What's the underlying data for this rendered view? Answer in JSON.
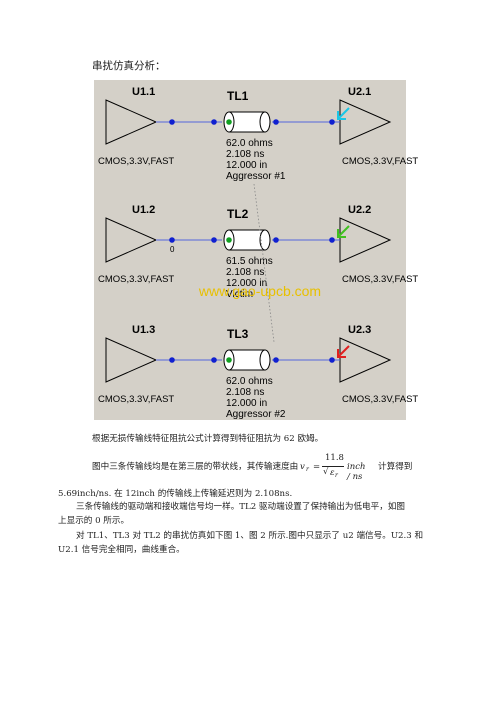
{
  "heading": "串扰仿真分析：",
  "schematic": {
    "background": "#d4d0c8",
    "rows": [
      {
        "driver": "U1.1",
        "receiver": "U2.1",
        "line": "TL1",
        "driver_model": "CMOS,3.3V,FAST",
        "receiver_model": "CMOS,3.3V,FAST",
        "props": [
          "62.0 ohms",
          "2.108 ns",
          "12.000 in",
          "Aggressor #1"
        ],
        "probe_color": "#19c6e6",
        "driver_note": ""
      },
      {
        "driver": "U1.2",
        "receiver": "U2.2",
        "line": "TL2",
        "driver_model": "CMOS,3.3V,FAST",
        "receiver_model": "CMOS,3.3V,FAST",
        "props": [
          "61.5 ohms",
          "2.108 ns",
          "12.000 in",
          "Victim"
        ],
        "probe_color": "#40c020",
        "driver_note": "0"
      },
      {
        "driver": "U1.3",
        "receiver": "U2.3",
        "line": "TL3",
        "driver_model": "CMOS,3.3V,FAST",
        "receiver_model": "CMOS,3.3V,FAST",
        "props": [
          "62.0 ohms",
          "2.108 ns",
          "12.000 in",
          "Aggressor #2"
        ],
        "probe_color": "#e02020",
        "driver_note": ""
      }
    ],
    "watermark": "www.gao-upcb.com"
  },
  "para1": "根据无损传输线特征阻抗公式计算得到特征阻抗为 62 欧姆。",
  "para2_before": "图中三条传输线均是在第三层的带状线，其传输速度由",
  "formula": {
    "lhs": "v",
    "sub": "r",
    "num": "11.8",
    "den": "ε",
    "den_sub": "r",
    "unit": "inch / ns"
  },
  "para2_after": "计算得到",
  "para3": "5.69inch/ns. 在 12inch 的传输线上传输延迟则为 2.108ns.",
  "para4": "三条传输线的驱动端和接收端信号均一样。TL2 驱动端设置了保持输出为低电平，如图",
  "para5": "上显示的 0 所示。",
  "para6": "对 TL1、TL3 对 TL2 的串扰仿真如下图 1、图 2 所示.图中只显示了 u2 端信号。U2.3 和",
  "para7": "U2.1 信号完全相同，曲线重合。"
}
